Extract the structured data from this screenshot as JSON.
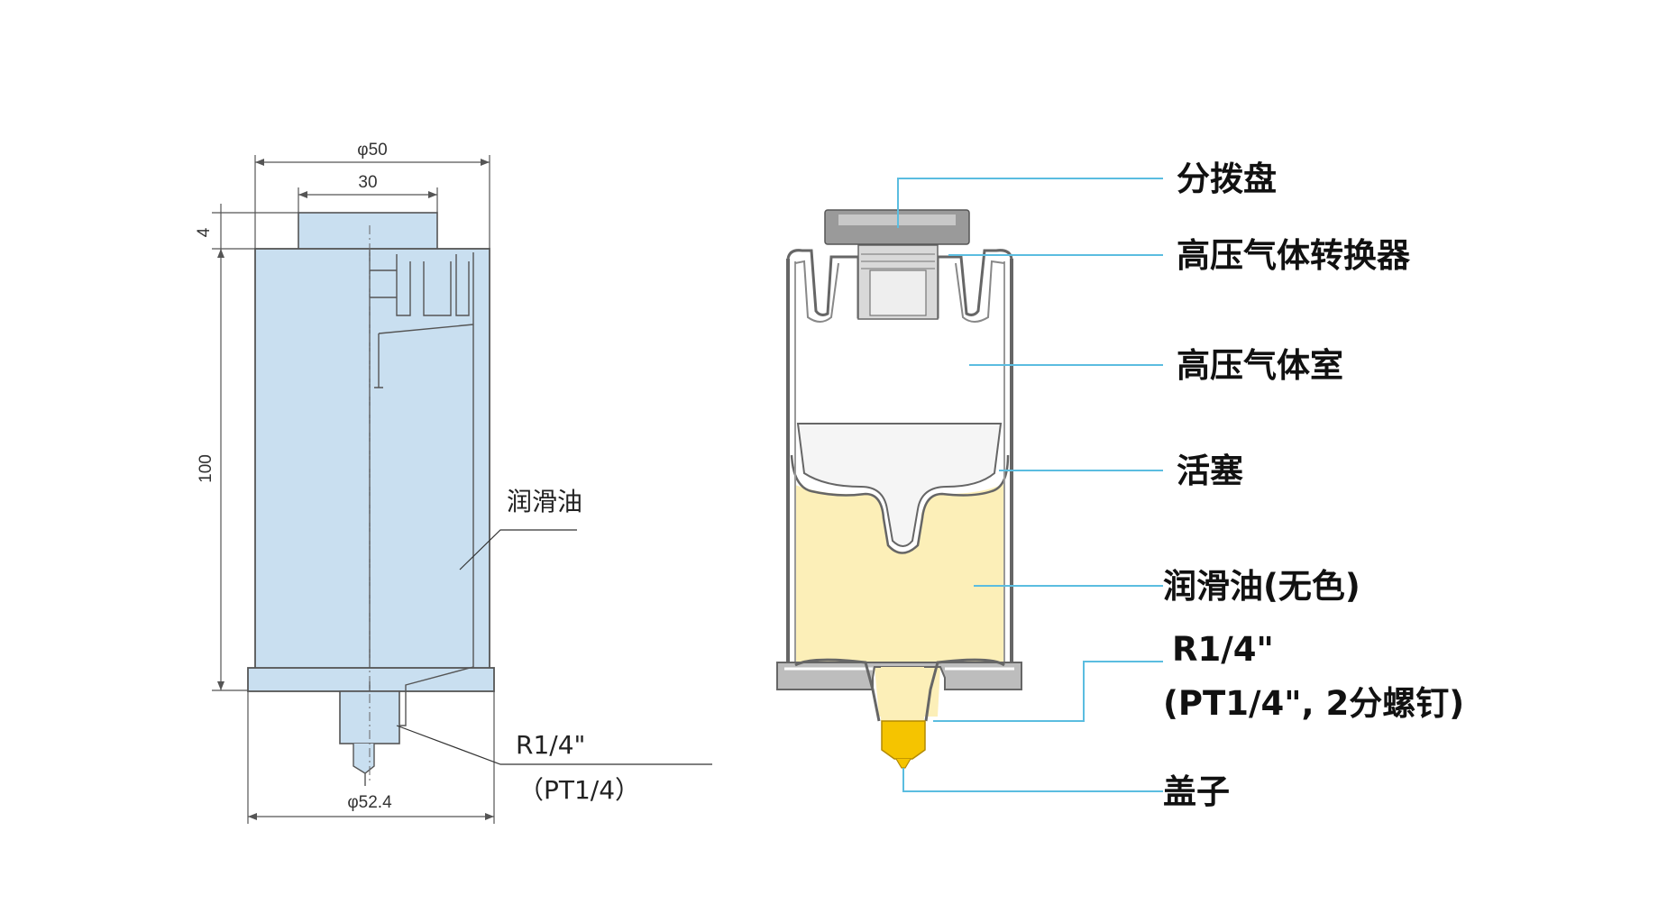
{
  "left_diagram": {
    "dimensions": {
      "top_outer": "φ50",
      "top_inner": "30",
      "cap_height": "4",
      "body_height": "100",
      "bottom_diameter": "φ52.4"
    },
    "labels": {
      "oil": "润滑油",
      "thread_line1": "R1/4\"",
      "thread_line2": "（PT1/4）"
    }
  },
  "right_diagram": {
    "labels": {
      "dial": "分拨盘",
      "converter": "高压气体转换器",
      "chamber": "高压气体室",
      "piston": "活塞",
      "oil": "润滑油(无色)",
      "thread_line1": "R1/4\"",
      "thread_line2": "(PT1/4\", 2分螺钉)",
      "cap": "盖子"
    }
  },
  "colors": {
    "body_blue": "#c9dff0",
    "oil_yellow": "#fcefb8",
    "nozzle_yellow": "#f5c400",
    "leader_cyan": "#5bbde0",
    "outline": "#555555"
  }
}
